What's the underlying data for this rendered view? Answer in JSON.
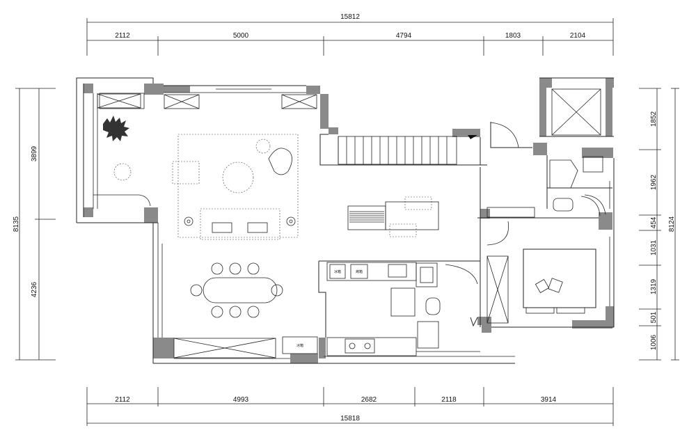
{
  "dimensions": {
    "top_total": "15812",
    "top_segments": [
      "2112",
      "5000",
      "4794",
      "1803",
      "2104"
    ],
    "bottom_total": "15818",
    "bottom_segments": [
      "2112",
      "4993",
      "2682",
      "2118",
      "3914"
    ],
    "left_total": "8135",
    "left_segments": [
      "3899",
      "4236"
    ],
    "right_total": "8124",
    "right_segments": [
      "1852",
      "1962",
      "454",
      "1031",
      "1319",
      "501",
      "1006"
    ]
  },
  "labels": {
    "fridge_top": "冰箱",
    "oven_top": "烤箱",
    "fridge_bottom": "冰箱"
  }
}
